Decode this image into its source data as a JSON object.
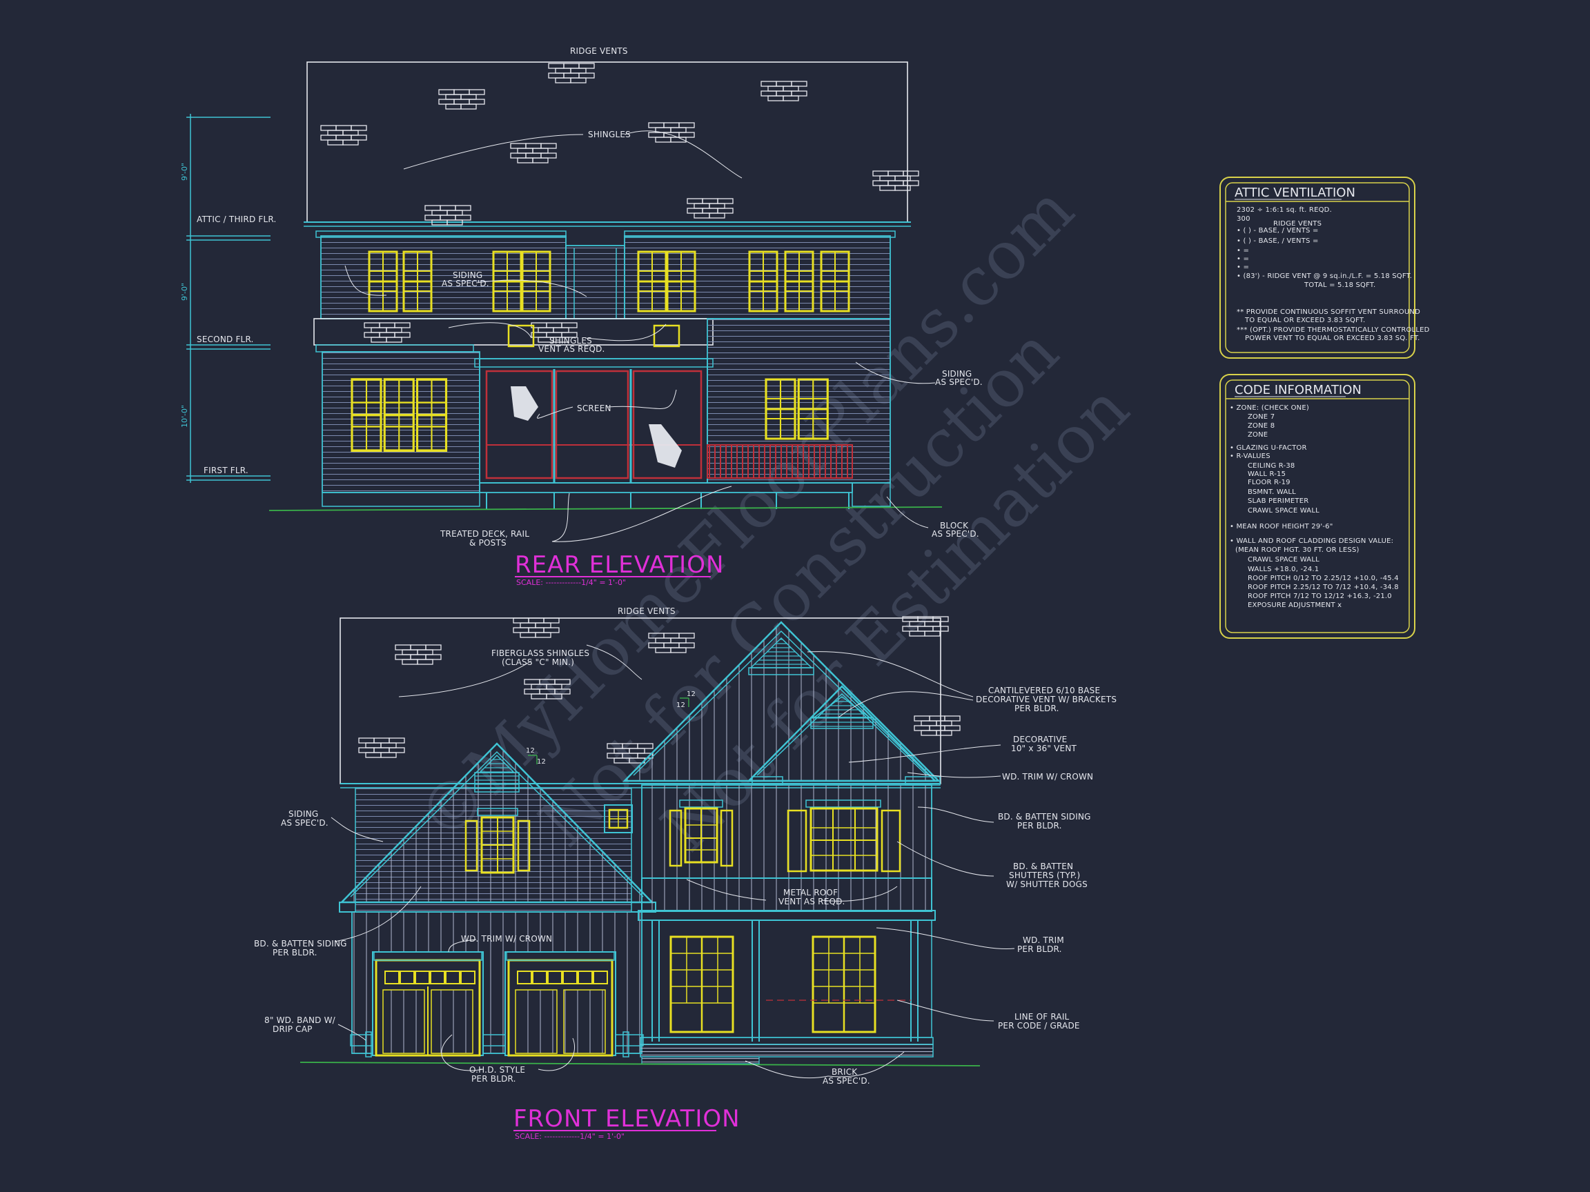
{
  "rear_elevation": {
    "title": "REAR ELEVATION",
    "scale": "SCALE: -------------1/4\" = 1'-0\"",
    "labels": {
      "ridge_vents": "RIDGE VENTS",
      "shingles": "SHINGLES",
      "siding_1": "SIDING",
      "siding_1b": "AS SPEC'D.",
      "shingles_vent_1": "SHINGLES",
      "shingles_vent_2": "VENT AS REQD.",
      "screen": "SCREEN",
      "siding_2": "SIDING",
      "siding_2b": "AS SPEC'D.",
      "block_1": "BLOCK",
      "block_2": "AS SPEC'D.",
      "deck_1": "TREATED DECK, RAIL",
      "deck_2": "& POSTS"
    },
    "levels": {
      "attic": "ATTIC / THIRD FLR.",
      "second": "SECOND FLR.",
      "first": "FIRST FLR.",
      "dim_top": "9'-0\"",
      "dim_mid": "9'-0\"",
      "dim_bot": "10'-0\""
    }
  },
  "front_elevation": {
    "title": "FRONT ELEVATION",
    "scale": "SCALE: -------------1/4\" = 1'-0\"",
    "labels": {
      "ridge_vents": "RIDGE VENTS",
      "fiberglass_1": "FIBERGLASS SHINGLES",
      "fiberglass_2": "(CLASS \"C\" MIN.)",
      "cant_1": "CANTILEVERED 6/10 BASE",
      "cant_2": "DECORATIVE VENT W/ BRACKETS",
      "cant_3": "PER BLDR.",
      "decor_1": "DECORATIVE",
      "decor_2": "10\" x 36\" VENT",
      "wd_trim_crown": "WD. TRIM W/ CROWN",
      "bd_batten_r_1": "BD. & BATTEN SIDING",
      "bd_batten_r_2": "PER BLDR.",
      "shutters_1": "BD. & BATTEN",
      "shutters_2": "SHUTTERS (TYP.)",
      "shutters_3": "W/ SHUTTER DOGS",
      "metal_1": "METAL ROOF",
      "metal_2": "VENT AS REQD.",
      "wd_trim_1": "WD. TRIM",
      "wd_trim_2": "PER BLDR.",
      "rail_1": "LINE OF RAIL",
      "rail_2": "PER CODE / GRADE",
      "brick_1": "BRICK",
      "brick_2": "AS SPEC'D.",
      "ohd_1": "O.H.D. STYLE",
      "ohd_2": "PER BLDR.",
      "band_1": "8\" WD. BAND W/",
      "band_2": "DRIP CAP",
      "bd_batten_l_1": "BD. & BATTEN SIDING",
      "bd_batten_l_2": "PER BLDR.",
      "siding_1": "SIDING",
      "siding_2": "AS SPEC'D.",
      "wd_trim_crown_2": "WD. TRIM W/ CROWN",
      "pitch_a": "12",
      "pitch_b": "12",
      "pitch_c": "12",
      "pitch_d": "12"
    }
  },
  "attic_ventilation": {
    "title": "ATTIC VENTILATION",
    "lines": [
      "2302 ÷ 1:6:1 sq. ft.  REQD.",
      "300",
      "RIDGE VENTS",
      "• (    ) -          BASE,    /      VENTS    =",
      "• (    ) -          BASE,    /      VENTS    =",
      "•                                                 =",
      "•                                                 =",
      "•                                                 =",
      "• (83') - RIDGE VENT @ 9 sq.in./L.F. = 5.18 SQFT.",
      "TOTAL        = 5.18 SQFT.",
      "** PROVIDE CONTINUOUS SOFFIT VENT SURROUND",
      "TO EQUAL OR EXCEED  3.83 SQFT.",
      "*** (OPT.) PROVIDE THERMOSTATICALLY CONTROLLED",
      "POWER VENT TO EQUAL OR EXCEED 3.83 SQ. FT."
    ]
  },
  "code_information": {
    "title": "CODE INFORMATION",
    "lines": [
      "• ZONE: (CHECK ONE)",
      "ZONE 7",
      "ZONE 8",
      "ZONE",
      "• GLAZING U-FACTOR",
      "• R-VALUES",
      "CEILING               R-38",
      "WALL                    R-15",
      "FLOOR                 R-19",
      "BSMNT. WALL",
      "SLAB PERIMETER",
      "CRAWL SPACE WALL",
      "• MEAN ROOF HEIGHT   29'-6\"",
      "• WALL AND ROOF CLADDING DESIGN VALUE:",
      "(MEAN ROOF HGT. 30 FT. OR LESS)",
      "CRAWL SPACE WALL",
      "WALLS                                +18.0, -24.1",
      "ROOF PITCH 0/12 TO 2.25/12     +10.0, -45.4",
      "ROOF PITCH 2.25/12 TO 7/12     +10.4, -34.8",
      "ROOF PITCH 7/12 TO 12/12       +16.3, -21.0",
      "EXPOSURE ADJUSTMENT          x"
    ]
  },
  "watermark": {
    "line1": "©MyHomeFloorPlans.com",
    "line2": "Not for Construction",
    "line3": "Not for Estimation"
  },
  "colors": {
    "background": "#232838",
    "linework": "#3fc4d4",
    "window": "#e8e022",
    "text": "#e6e8ee",
    "title": "#e030d8",
    "rail": "#c0303a",
    "ground": "#3ab34a",
    "box_border": "#d9d24a"
  }
}
